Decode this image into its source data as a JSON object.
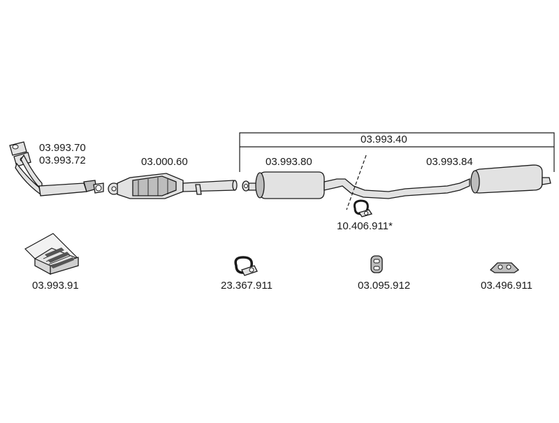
{
  "labels": {
    "front_pipe_a": "03.993.70",
    "front_pipe_b": "03.993.72",
    "catalyst": "03.000.60",
    "complete_system": "03.993.40",
    "middle_silencer": "03.993.80",
    "rear_silencer": "03.993.84",
    "clamp_middle": "10.406.911*",
    "mounting_kit": "03.993.91",
    "clamp": "23.367.911",
    "rubber_hanger": "03.095.912",
    "hanger_bracket": "03.496.911"
  },
  "colors": {
    "outline": "#1a1a1a",
    "part_fill": "#e2e2e2",
    "part_shade": "#bdbdbd",
    "background": "#ffffff"
  }
}
